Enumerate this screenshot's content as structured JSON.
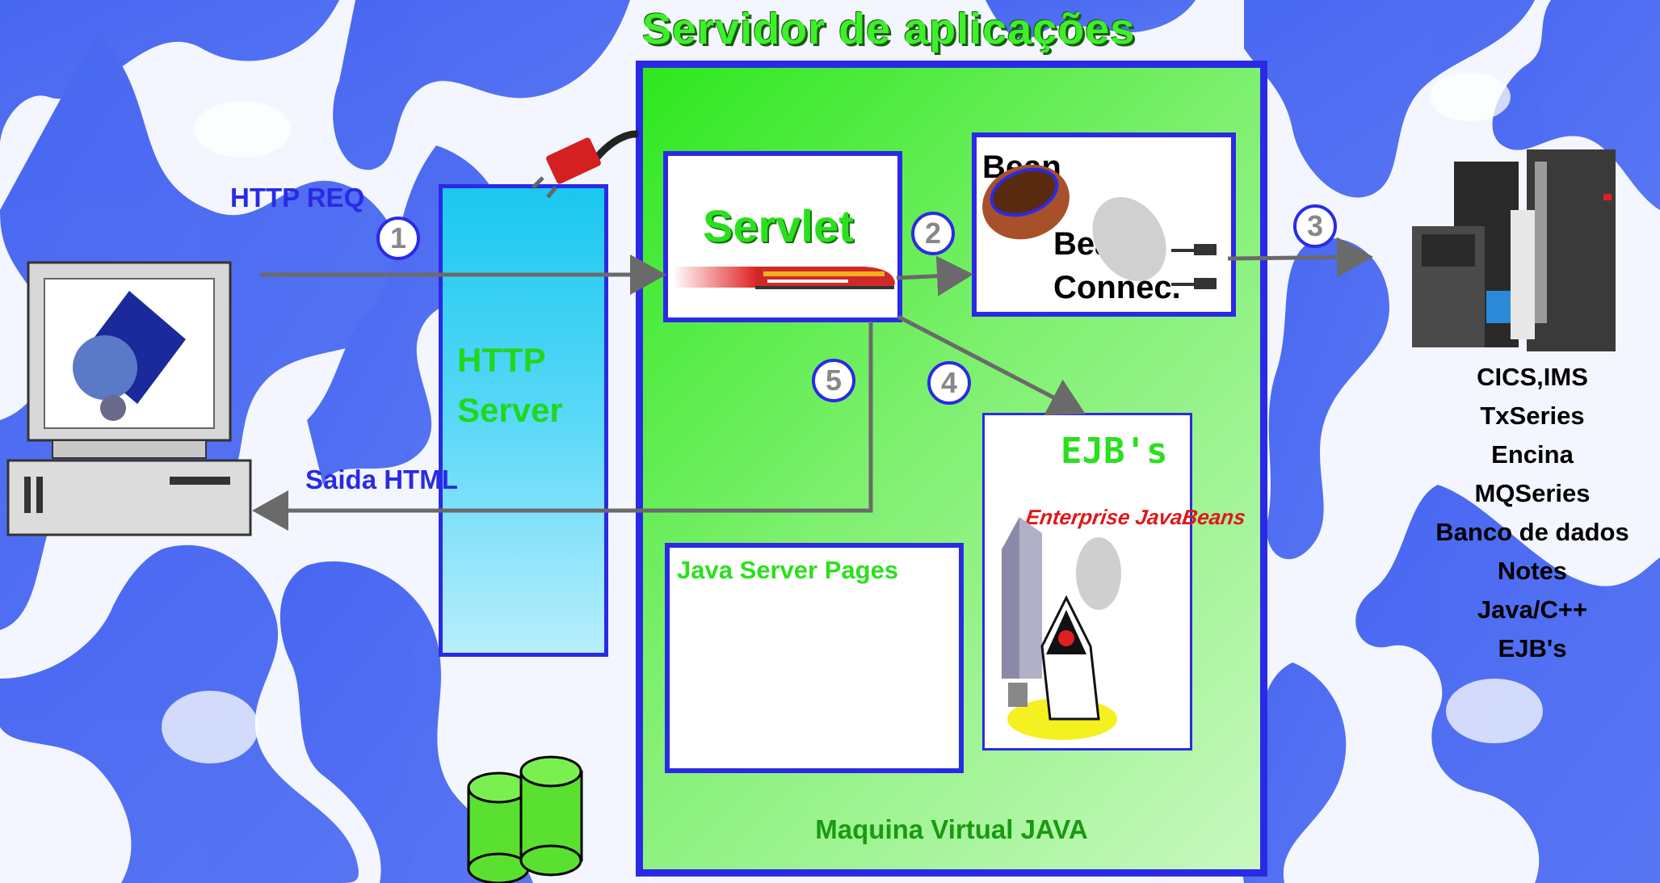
{
  "title": "Servidor de aplicações",
  "jvm_label": "Maquina Virtual JAVA",
  "http_server_label_1": "HTTP",
  "http_server_label_2": "Server",
  "servlet_label": "Servlet",
  "bean_label": "Bean",
  "bean_conn_label_1": "Bean",
  "bean_conn_label_2": "Connec.",
  "ejb_label": "EJB's",
  "ejb_brand": "Enterprise JavaBeans",
  "jsp_label": "Java Server Pages",
  "http_req": "HTTP REQ",
  "saida_html": "Saida HTML",
  "steps": [
    "1",
    "2",
    "3",
    "4",
    "5"
  ],
  "backends": [
    "CICS,IMS",
    "TxSeries",
    "Encina",
    "MQSeries",
    "Banco de dados",
    "Notes",
    "Java/C++",
    "EJB's"
  ],
  "colors": {
    "jvm": "#2de81e",
    "border": "#2a2ae6",
    "http_server": "#1ac8f0",
    "accent_green": "#2ae01e"
  }
}
